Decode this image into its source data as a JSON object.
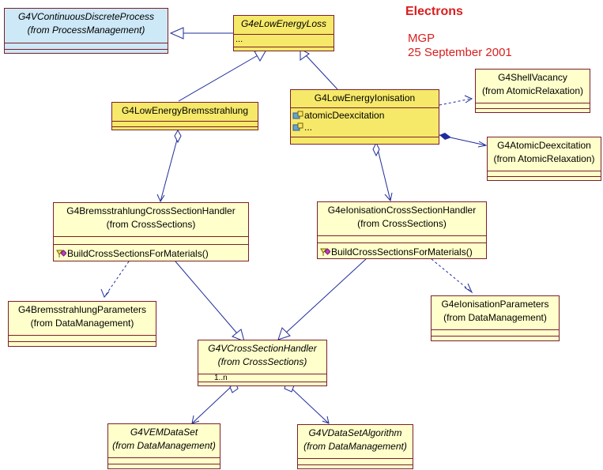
{
  "title": "Electrons",
  "author": "MGP",
  "date": "25 September 2001",
  "classes": {
    "continuous": {
      "name": "G4VContinuousDiscreteProcess",
      "package": "(from ProcessManagement)"
    },
    "loss": {
      "name": "G4eLowEnergyLoss",
      "attr": "..."
    },
    "brems": {
      "name": "G4LowEnergyBremsstrahlung"
    },
    "ion": {
      "name": "G4LowEnergyIonisation",
      "attr1": "atomicDeexcitation",
      "attr2": "..."
    },
    "shell": {
      "name": "G4ShellVacancy",
      "package": "(from AtomicRelaxation)"
    },
    "atomic": {
      "name": "G4AtomicDeexcitation",
      "package": "(from AtomicRelaxation)"
    },
    "bremsHandler": {
      "name": "G4BremsstrahlungCrossSectionHandler",
      "package": "(from CrossSections)",
      "op": "BuildCrossSectionsForMaterials()"
    },
    "ionHandler": {
      "name": "G4eIonisationCrossSectionHandler",
      "package": "(from CrossSections)",
      "op": "BuildCrossSectionsForMaterials()"
    },
    "bremsParams": {
      "name": "G4BremsstrahlungParameters",
      "package": "(from DataManagement)"
    },
    "ionParams": {
      "name": "G4eIonisationParameters",
      "package": "(from DataManagement)"
    },
    "csHandler": {
      "name": "G4VCrossSectionHandler",
      "package": "(from CrossSections)",
      "mult": "1..n"
    },
    "emData": {
      "name": "G4VEMDataSet",
      "package": "(from DataManagement)"
    },
    "algo": {
      "name": "G4VDataSetAlgorithm",
      "package": "(from DataManagement)"
    }
  },
  "colors": {
    "class_fill": "#ffffcc",
    "selected_fill": "#f6e96a",
    "external_fill": "#cde8f7",
    "border": "#7a1f2b",
    "edge": "#1e2d9b",
    "title": "#d81e1e"
  },
  "icons": {
    "attribute": "protected-attribute-icon",
    "operation": "public-operation-icon"
  }
}
